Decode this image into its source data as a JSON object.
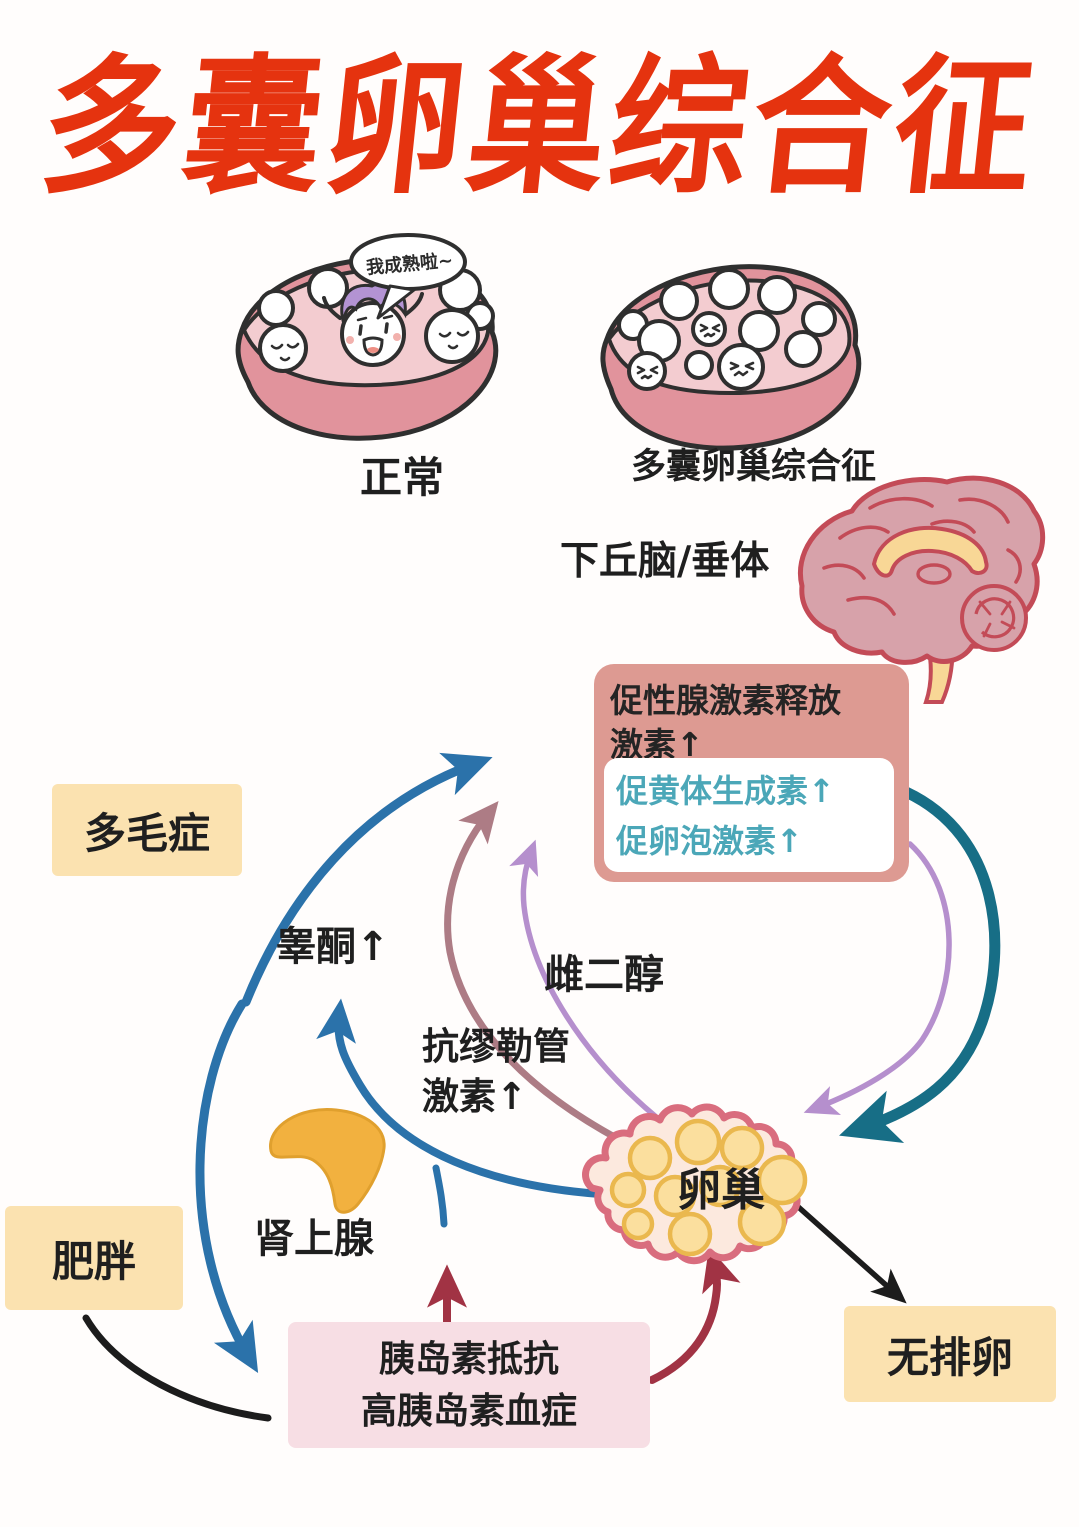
{
  "title": "多囊卵巢综合征",
  "comparison": {
    "speech_bubble": "我成熟啦~",
    "normal_label": "正常",
    "pcos_label": "多囊卵巢综合征"
  },
  "hypothalamus_label": "下丘脑/垂体",
  "gnrh_box": {
    "gnrh_line1": "促性腺激素释放",
    "gnrh_line2": "激素↑",
    "lh": "促黄体生成素↑",
    "fsh": "促卵泡激素↑"
  },
  "hormones": {
    "testosterone": "睾酮↑",
    "estradiol": "雌二醇",
    "amh_line1": "抗缪勒管",
    "amh_line2": "激素↑"
  },
  "organs": {
    "adrenal": "肾上腺",
    "ovary": "卵巢"
  },
  "symptoms": {
    "hirsutism": "多毛症",
    "obesity": "肥胖",
    "anovulation": "无排卵"
  },
  "insulin_box": {
    "line1": "胰岛素抵抗",
    "line2": "高胰岛素血症"
  },
  "colors": {
    "title_red": "#e5330f",
    "gnrh_box_bg": "#dd9a92",
    "teal_text": "#4ba7b8",
    "cream_box_bg": "#fbe2b0",
    "insulin_box_bg": "#f7dee4",
    "blue_arrow": "#2b72aa",
    "teal_arrow": "#176e86",
    "lavender_arrow": "#b58fcd",
    "mauve_arrow": "#ad7c85",
    "red_arrow": "#a13344",
    "black_arrow": "#1c1c1c",
    "ovary_outline": "#d96d7e",
    "ovary_fill": "#fce9de",
    "follicle_yellow": "#fbdf9e",
    "adrenal_yellow": "#f2b13f",
    "brain_pink": "#d7a2aa",
    "brain_outline": "#c34b57",
    "brain_yellow": "#f8d796"
  }
}
